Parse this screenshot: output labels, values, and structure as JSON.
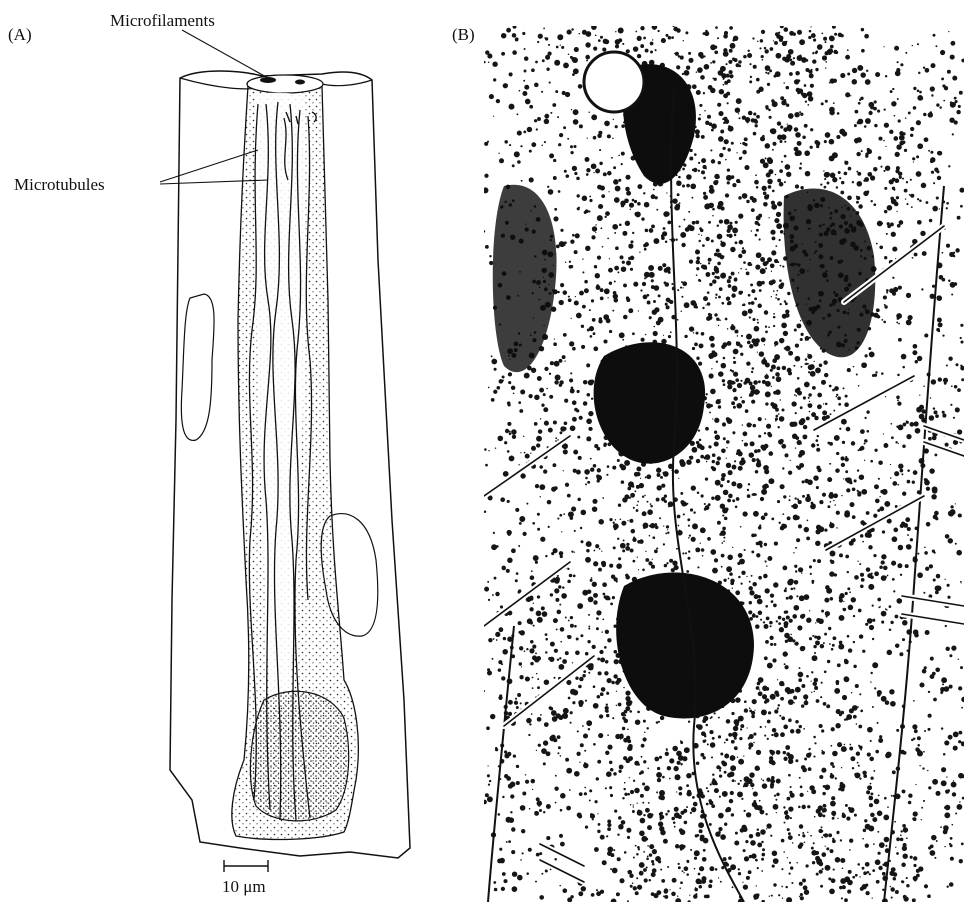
{
  "panel_a": {
    "letter": "(A)",
    "labels": {
      "microfilaments": "Microfilaments",
      "microtubules": "Microtubules"
    },
    "scale_bar": "10 μm"
  },
  "panel_b": {
    "letter": "(B)"
  },
  "colors": {
    "ink": "#111111",
    "paper": "#ffffff",
    "stipple": "#2a2a2a"
  }
}
